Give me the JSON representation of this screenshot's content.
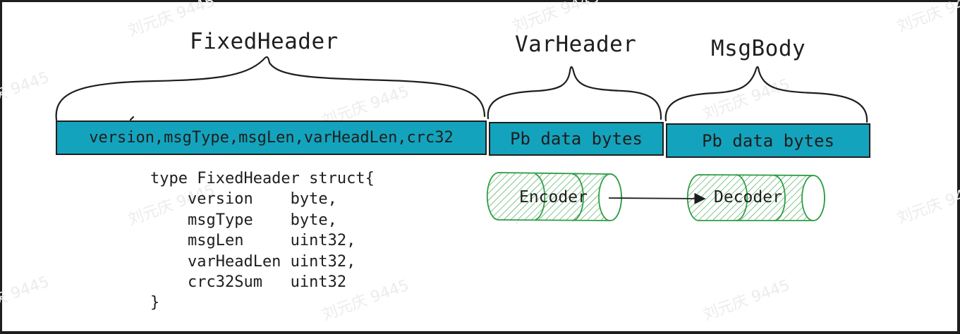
{
  "headers": {
    "fixed": "FixedHeader",
    "var": "VarHeader",
    "body": "MsgBody"
  },
  "segments": {
    "fixed": "version,msgType,msgLen,varHeadLen,crc32",
    "var": "Pb data bytes",
    "body": "Pb data bytes"
  },
  "code": [
    "type FixedHeader struct{",
    "    version    byte,",
    "    msgType    byte,",
    "    msgLen     uint32,",
    "    varHeadLen uint32,",
    "    crc32Sum   uint32",
    "}"
  ],
  "cylinders": {
    "encoder": "Encoder",
    "decoder": "Decoder"
  },
  "colors": {
    "segment": "#14a3bd",
    "cylinder_fill": "#b2f2bb",
    "cylinder_stroke": "#2f9e44"
  },
  "watermark": "刘元庆 9445"
}
